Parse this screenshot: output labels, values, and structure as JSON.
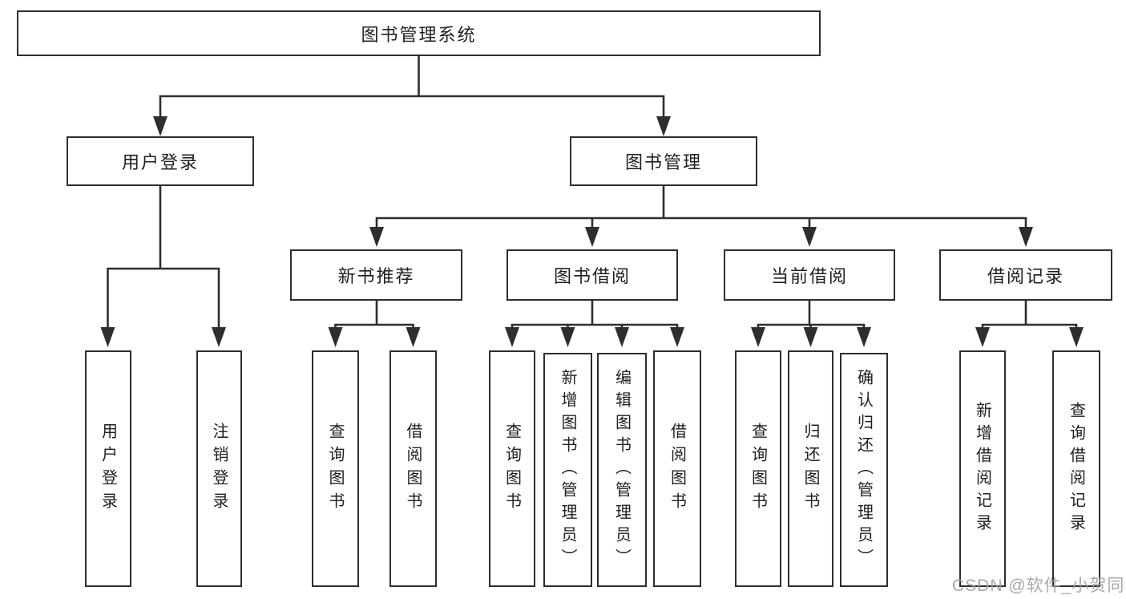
{
  "title": "图书管理系统",
  "watermark": "CSDN @软件_小贺同学",
  "colors": {
    "line": "#2e2e2e",
    "box_border": "#2e2e2e",
    "text": "#1f1f1f",
    "background": "#ffffff",
    "watermark": "#9e9e9e"
  },
  "nodes": {
    "root": "图书管理系统",
    "user_login": "用户登录",
    "book_mgmt": "图书管理",
    "new_book_rec": "新书推荐",
    "book_borrow": "图书借阅",
    "current_borrow": "当前借阅",
    "borrow_records": "借阅记录",
    "leaf_user_login": "用户登录",
    "leaf_logout": "注销登录",
    "leaf_nbr_query": "查询图书",
    "leaf_nbr_borrow": "借阅图书",
    "leaf_bb_query": "查询图书",
    "leaf_bb_add": "新增图书（管理员）",
    "leaf_bb_edit": "编辑图书（管理员）",
    "leaf_bb_borrow": "借阅图书",
    "leaf_cb_query": "查询图书",
    "leaf_cb_return": "归还图书",
    "leaf_cb_confirm": "确认归还（管理员）",
    "leaf_br_add": "新增借阅记录",
    "leaf_br_query": "查询借阅记录"
  }
}
